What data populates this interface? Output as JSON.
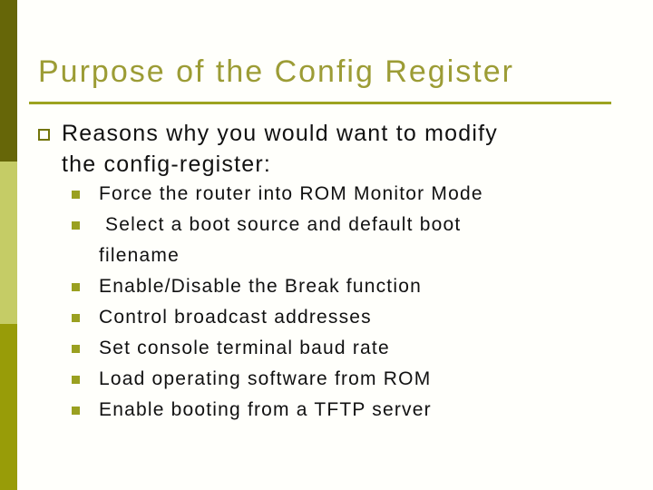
{
  "slide": {
    "title": "Purpose of the Config Register",
    "intro": {
      "bullet_icon": "hollow-square",
      "lines": [
        "Reasons why you would want to modify",
        "the config-register:"
      ]
    },
    "list": {
      "bullet_icon": "filled-square",
      "lines": [
        {
          "text": "Force the router into ROM Monitor Mode",
          "bullet": true
        },
        {
          "text": " Select a boot source and default boot",
          "bullet": true
        },
        {
          "text": "filename",
          "bullet": false
        },
        {
          "text": "Enable/Disable the Break function",
          "bullet": true
        },
        {
          "text": "Control broadcast addresses",
          "bullet": true
        },
        {
          "text": "Set console terminal baud rate",
          "bullet": true
        },
        {
          "text": "Load operating software from ROM",
          "bullet": true
        },
        {
          "text": "Enable booting from a TFTP server",
          "bullet": true
        }
      ]
    },
    "colors": {
      "background": "#fffffb",
      "title_text": "#9c9c35",
      "title_underline": "#9da321",
      "body_text": "#111111",
      "sidebar_top": "#666608",
      "sidebar_middle": "#c5cc66",
      "sidebar_bottom": "#989c08",
      "intro_bullet_border": "#73750a",
      "list_bullet_fill": "#9aa020"
    }
  }
}
